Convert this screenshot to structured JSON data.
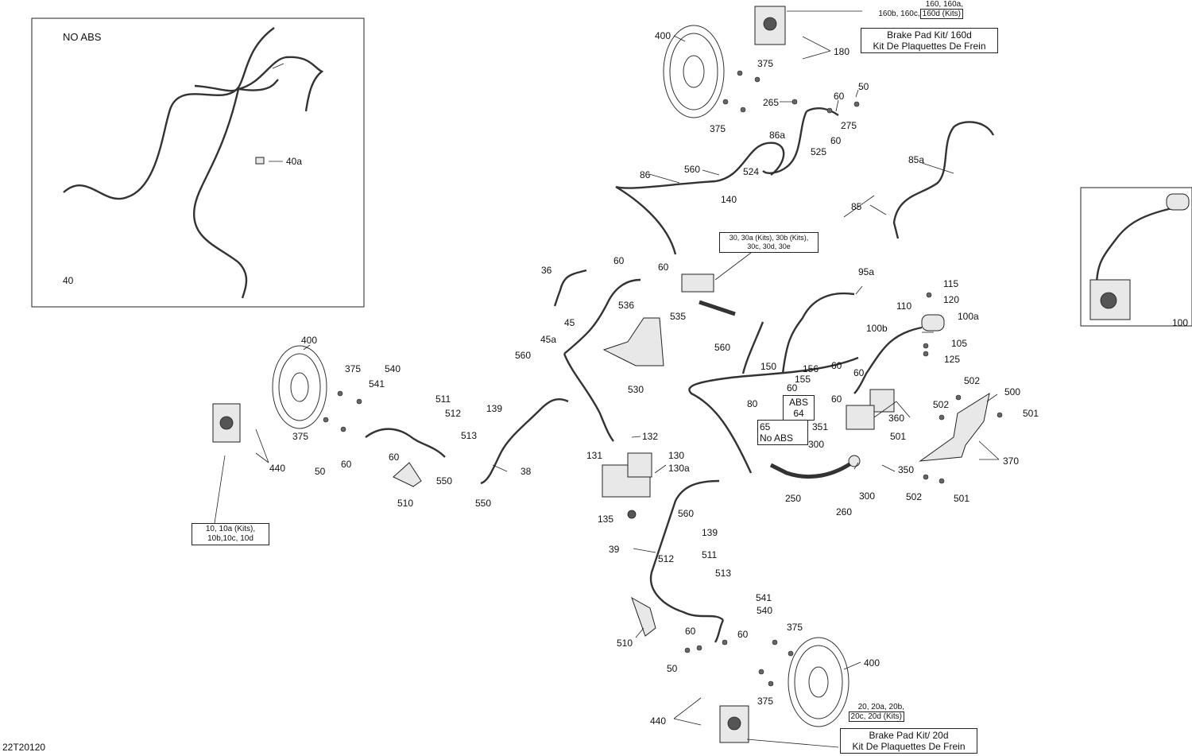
{
  "diagram": {
    "no_abs_box": {
      "title": "NO ABS",
      "ref": "40",
      "part_40a": "40a"
    },
    "master_cylinder_box": {
      "ref": "100"
    },
    "doc_code": "22T20120",
    "notes": {
      "kit_160": {
        "line1": "160, 160a,",
        "line2": "160b, 160c,",
        "boxed": "160d (Kits)"
      },
      "brake_pad_160d": {
        "line1": "Brake Pad Kit/ 160d",
        "line2": "Kit De Plaquettes De Frein"
      },
      "kit_30": {
        "line1": "30, 30a (Kits), 30b (Kits),",
        "line2": "30c, 30d, 30e"
      },
      "kit_10": {
        "line1": "10, 10a (Kits),",
        "line2": "10b,10c, 10d"
      },
      "kit_20": {
        "line1": "20, 20a, 20b,",
        "line2": "20c, 20d (Kits)"
      },
      "brake_pad_20d": {
        "line1": "Brake Pad Kit/ 20d",
        "line2": "Kit De Plaquettes De Frein"
      },
      "abs_64": {
        "line1": "ABS",
        "line2": "64"
      },
      "noabs_65": {
        "line1": "65",
        "line2": "No ABS"
      }
    },
    "labels": {
      "l400a": "400",
      "l180": "180",
      "l375a": "375",
      "l375b": "375",
      "l265": "265",
      "l60a": "60",
      "l50a": "50",
      "l275": "275",
      "l86a": "86a",
      "l60b": "60",
      "l525": "525",
      "l524": "524",
      "l560a": "560",
      "l86": "86",
      "l140": "140",
      "l85a": "85a",
      "l85": "85",
      "l36": "36",
      "l60c": "60",
      "l60d": "60",
      "l536": "536",
      "l45": "45",
      "l535": "535",
      "l45a": "45a",
      "l560b": "560",
      "l560c": "560",
      "l530": "530",
      "l95a": "95a",
      "l115": "115",
      "l110": "110",
      "l120": "120",
      "l100a": "100a",
      "l100b": "100b",
      "l105": "105",
      "l125": "125",
      "l150": "150",
      "l156": "156",
      "l155": "155",
      "l60e": "60",
      "l60f": "60",
      "l60g": "60",
      "l60h": "60",
      "l80": "80",
      "l351": "351",
      "l300a": "300",
      "l300b": "300",
      "l250": "250",
      "l260": "260",
      "l350": "350",
      "l360": "360",
      "l502a": "502",
      "l502b": "502",
      "l502c": "502",
      "l500": "500",
      "l501a": "501",
      "l501b": "501",
      "l501c": "501",
      "l370": "370",
      "l400b": "400",
      "l375c": "375",
      "l540a": "540",
      "l541a": "541",
      "l375d": "375",
      "l50b": "50",
      "l60i": "60",
      "l60j": "60",
      "l440a": "440",
      "l511a": "511",
      "l512a": "512",
      "l513a": "513",
      "l139a": "139",
      "l510a": "510",
      "l550a": "550",
      "l550b": "550",
      "l38": "38",
      "l132": "132",
      "l131": "131",
      "l130": "130",
      "l130a": "130a",
      "l135": "135",
      "l560d": "560",
      "l139b": "139",
      "l39": "39",
      "l511b": "511",
      "l512b": "512",
      "l513b": "513",
      "l541b": "541",
      "l540b": "540",
      "l510b": "510",
      "l60k": "60",
      "l60l": "60",
      "l50c": "50",
      "l375e": "375",
      "l375f": "375",
      "l400c": "400",
      "l440b": "440"
    }
  }
}
